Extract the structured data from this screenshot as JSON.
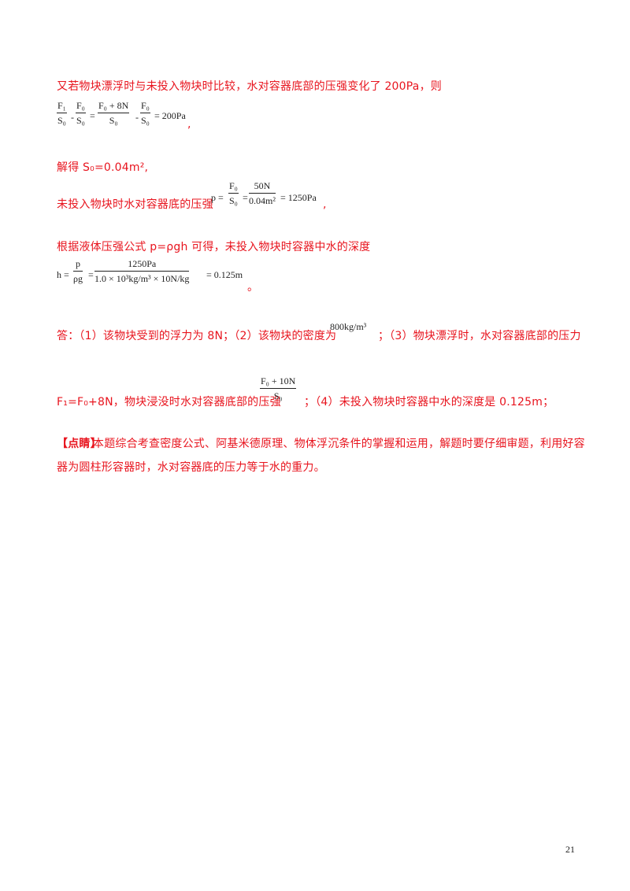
{
  "lines": {
    "l1": "又若物块漂浮时与未投入物块时比较，水对容器底部的压强变化了 200Pa，则",
    "l2_tail": ",",
    "l3": "解得 S₀=0.04m²,",
    "l4_pre": "未投入物块时水对容器底的压强",
    "l4_tail": ",",
    "l5": "根据液体压强公式 p=ρgh 可得，未投入物块时容器中水的深度",
    "l6_tail": "。",
    "l7a": "答：（1）该物块受到的浮力为 8N；（2）该物块的密度为",
    "l7b": "；（3）物块漂浮时，水对容器底部的压力",
    "l8a": "F₁=F₀+8N，物块浸没时水对容器底部的压强",
    "l8b": "；（4）未投入物块时容器中水的深度是 0.125m；",
    "l9_label": "【点睛】",
    "l9": "本题综合考查密度公式、阿基米德原理、物体浮沉条件的掌握和运用，解题时要仔细审题，利用好容",
    "l10": "器为圆柱形容器时，水对容器底的压力等于水的重力。"
  },
  "eq1": {
    "f1_num": "F₁",
    "f1_den": "S₀",
    "minus1": "-",
    "f2_num": "F₀",
    "f2_den": "S₀",
    "eq_a": "=",
    "f3_num": "F₀ + 8N",
    "f3_den": "S₀",
    "minus2": "-",
    "f4_num": "F₀",
    "f4_den": "S₀",
    "result": "= 200Pa"
  },
  "eq2": {
    "p_eq": "p =",
    "f1_num": "F₀",
    "f1_den": "S₀",
    "eq_a": "=",
    "f2_num": "50N",
    "f2_den": "0.04m²",
    "result": "= 1250Pa"
  },
  "eq3": {
    "h_eq": "h =",
    "f1_num": "p",
    "f1_den": "ρg",
    "eq_a": "=",
    "f2_num": "1250Pa",
    "f2_den": "1.0 × 10³kg/m³ × 10N/kg",
    "result": "= 0.125m"
  },
  "density": "800kg/m³",
  "eq4": {
    "num": "F₀ + 10N",
    "den": "S₀"
  },
  "page_number": "21"
}
